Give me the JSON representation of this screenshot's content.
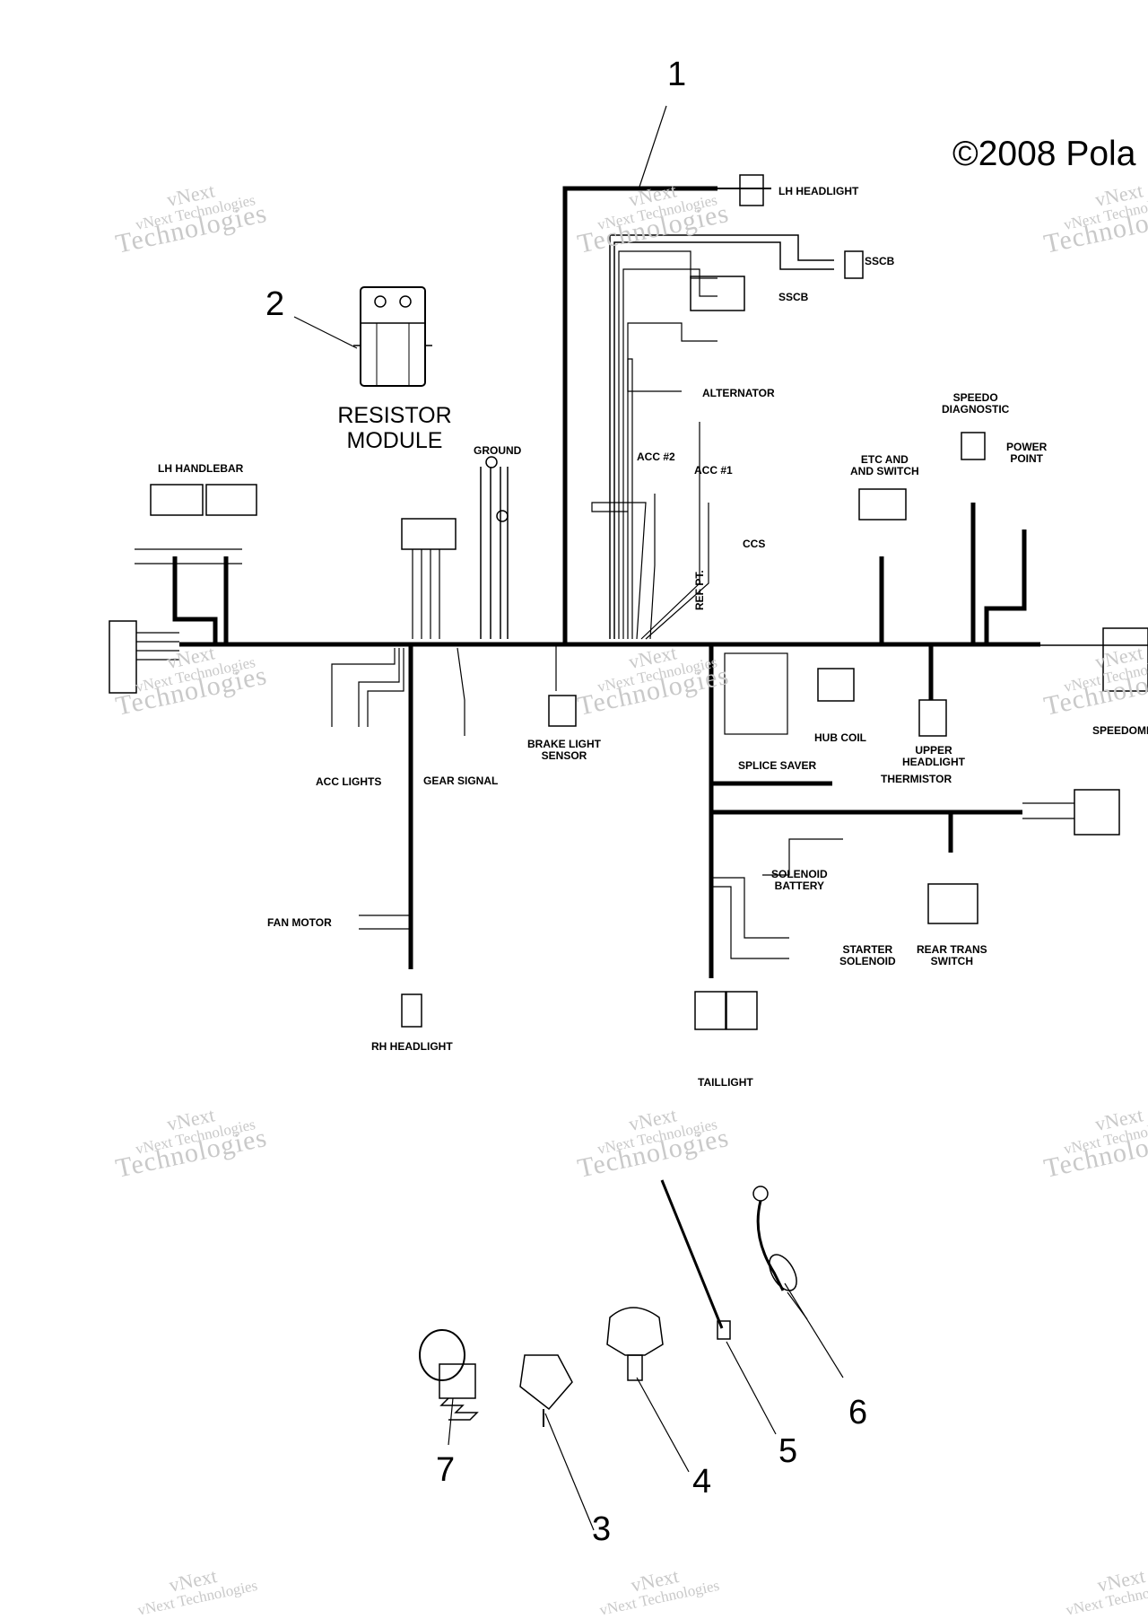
{
  "copyright": "©2008 Pola",
  "watermark": {
    "line1": "vNext",
    "line2": "vNext Technologies",
    "line3": "Technologies"
  },
  "callouts": [
    "1",
    "2",
    "3",
    "4",
    "5",
    "6",
    "7"
  ],
  "module": {
    "line1": "RESISTOR",
    "line2": "MODULE"
  },
  "labels": {
    "lh_headlight": "LH HEADLIGHT",
    "sscb_top": "SSCB",
    "sscb_mid": "SSCB",
    "alternator": "ALTERNATOR",
    "acc2": "ACC #2",
    "acc1": "ACC #1",
    "speedo_diag": "SPEEDO\nDIAGNOSTIC",
    "etc_switch": "ETC AND\nAND SWITCH",
    "power_point": "POWER\nPOINT",
    "ground": "GROUND",
    "lh_handlebar": "LH HANDLEBAR",
    "ref_pt": "REF PT.",
    "ccs": "CCS",
    "brake_light_sensor": "BRAKE LIGHT\nSENSOR",
    "hub_coil": "HUB COIL",
    "upper_headlight": "UPPER\nHEADLIGHT",
    "speedometer": "SPEEDOME",
    "splice_saver": "SPLICE SAVER",
    "thermistor": "THERMISTOR",
    "acc_lights": "ACC LIGHTS",
    "gear_signal": "GEAR SIGNAL",
    "solenoid_battery": "SOLENOID\nBATTERY",
    "fan_motor": "FAN MOTOR",
    "starter_solenoid": "STARTER\nSOLENOID",
    "rear_trans_switch": "REAR TRANS\nSWITCH",
    "rh_headlight": "RH HEADLIGHT",
    "taillight": "TAILLIGHT"
  }
}
